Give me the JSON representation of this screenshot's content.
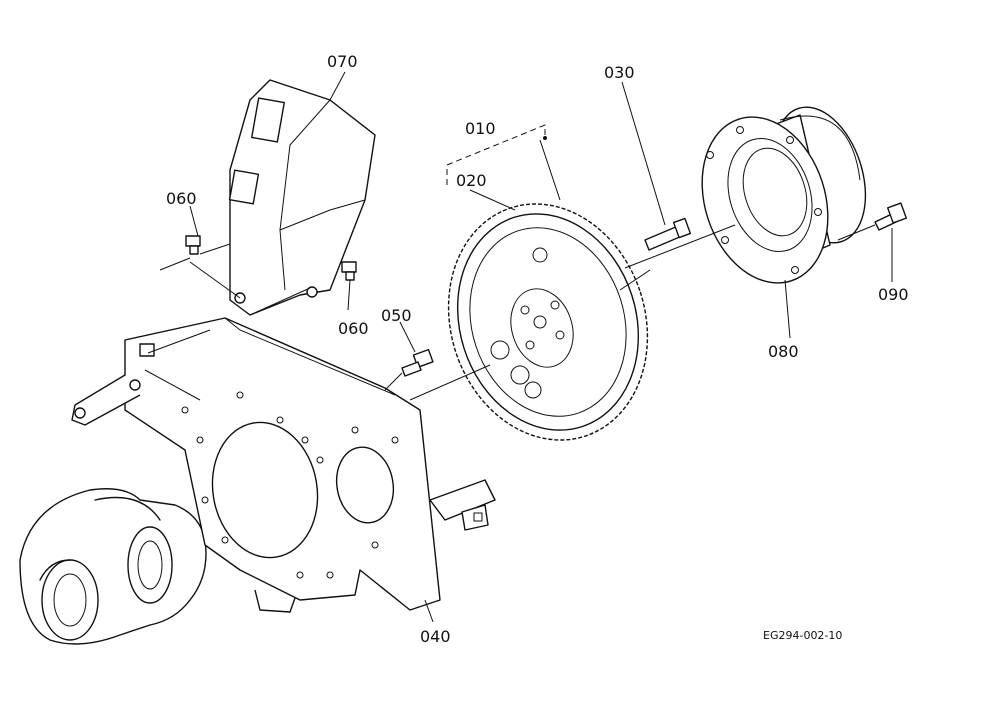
{
  "labels": {
    "p010": "010",
    "p020": "020",
    "p030": "030",
    "p040": "040",
    "p050": "050",
    "p060a": "060",
    "p060b": "060",
    "p070": "070",
    "p080": "080",
    "p090": "090"
  },
  "figure_code": "EG294-002-10"
}
